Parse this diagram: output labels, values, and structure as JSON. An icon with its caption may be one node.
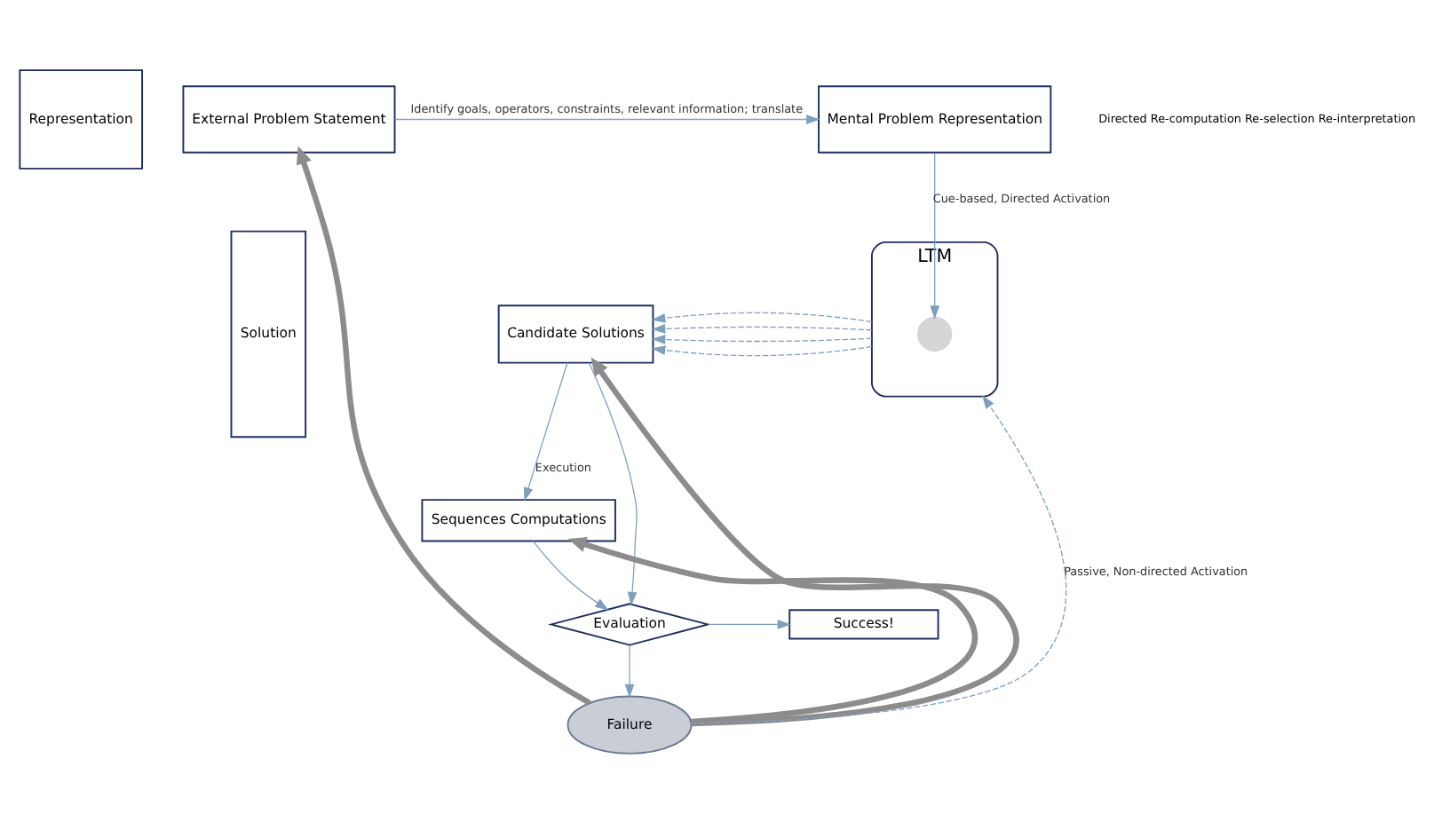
{
  "diagram": {
    "nodes": [
      {
        "text": [
          "Representation"
        ]
      },
      {
        "text": [
          "Solution"
        ]
      },
      {
        "text": [
          "External Problem Statement"
        ]
      },
      {
        "text": [
          "Mental Problem Representation"
        ]
      },
      {
        "text": [
          "Candidate Solutions"
        ]
      },
      {
        "text": [
          "Sequences Computations"
        ]
      },
      {
        "text": [
          "Evaluation"
        ]
      },
      {
        "text": [
          "Success!"
        ]
      },
      {
        "text": [
          "Failure"
        ]
      },
      {
        "text": [
          "LTM"
        ]
      },
      {
        "text": [],
        "shape": "circle",
        "in": 9
      }
    ],
    "edges": [
      {
        "from": 2,
        "to": 3,
        "arrow": "to",
        "label": "Identify goals, operators, constraints, relevant information; translate"
      },
      {
        "from": 3,
        "to": 10,
        "arrow": "to",
        "label": "Cue-based, Directed Activation"
      },
      {
        "from": 9,
        "to": 4,
        "arrow": "to",
        "style": "dashed"
      },
      {
        "from": 9,
        "to": 4,
        "arrow": "to",
        "style": "dashed"
      },
      {
        "from": 9,
        "to": 4,
        "arrow": "to",
        "style": "dashed"
      },
      {
        "from": 9,
        "to": 4,
        "arrow": "to",
        "style": "dashed"
      },
      {
        "from": 4,
        "to": 5,
        "arrow": "to",
        "label": "Execution"
      },
      {
        "from": 4,
        "to": 6,
        "arrow": "to"
      },
      {
        "from": 5,
        "to": 6,
        "arrow": "to"
      },
      {
        "from": 6,
        "to": 7,
        "arrow": "to"
      },
      {
        "from": 6,
        "to": 8,
        "arrow": "to"
      },
      {
        "from": 8,
        "to": 9,
        "arrow": "to",
        "style": "dashed",
        "label": "Passive, Non-directed Activation"
      },
      {
        "from": 8,
        "to": 2,
        "arrow": "to",
        "style": "thick",
        "color": "#8c8c8c"
      },
      {
        "from": 8,
        "to": 4,
        "arrow": "to",
        "style": "thick",
        "color": "#8c8c8c"
      },
      {
        "from": 8,
        "to": 5,
        "arrow": "to",
        "style": "thick",
        "color": "#8c8c8c"
      }
    ],
    "labels": [
      "Directed Re-computation Re-selection Re-interpretation"
    ]
  }
}
